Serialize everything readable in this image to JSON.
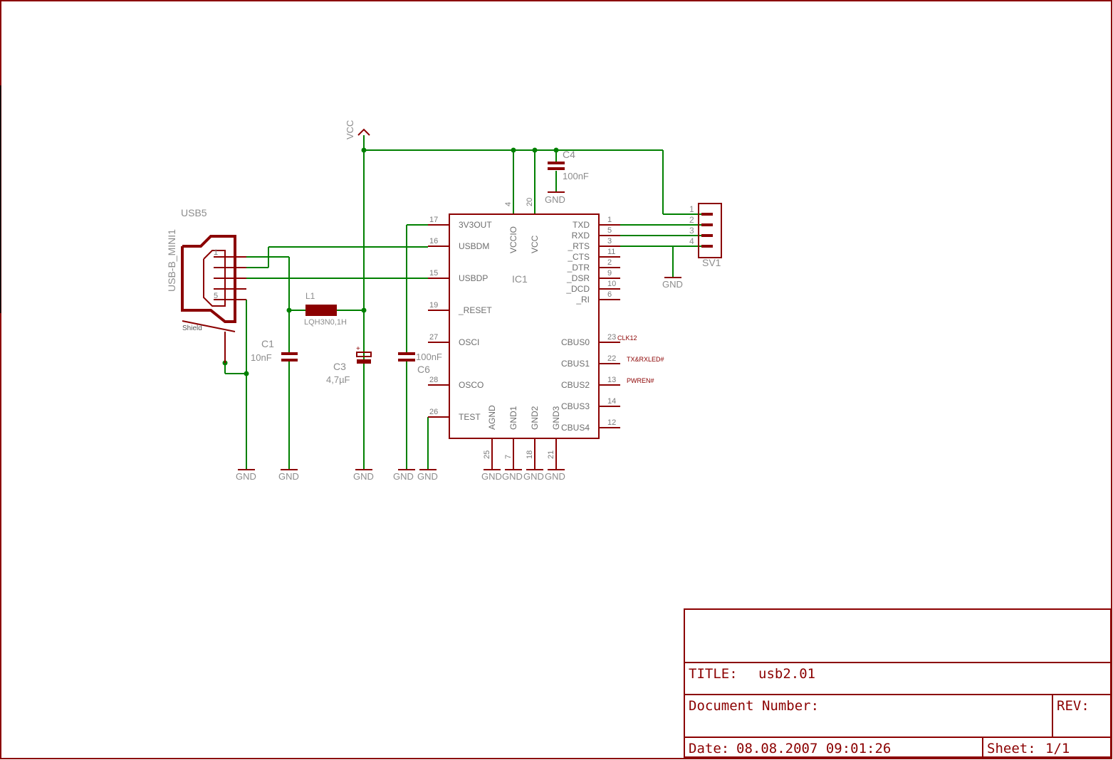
{
  "title_block": {
    "title_label": "TITLE:",
    "title_value": "usb2.01",
    "document_number_label": "Document Number:",
    "rev_label": "REV:",
    "date_label": "Date:",
    "date_value": "08.08.2007 09:01:26",
    "sheet_label": "Sheet:",
    "sheet_value": "1/1"
  },
  "supply": {
    "vcc": "VCC",
    "gnd": "GND"
  },
  "parts": {
    "usb": {
      "name": "USB5",
      "value": "USB-B_MINI1",
      "pin1": "1",
      "pin5": "5",
      "shield": "Shield"
    },
    "l1": {
      "name": "L1",
      "value": "LQH3N0,1H"
    },
    "c1": {
      "name": "C1",
      "value": "10nF"
    },
    "c3": {
      "name": "C3",
      "value": "4,7µF",
      "polarity": "+"
    },
    "c4": {
      "name": "C4",
      "value": "100nF"
    },
    "c6": {
      "name": "C6",
      "value": "100nF"
    },
    "sv1": {
      "name": "SV1",
      "pins": [
        "1",
        "2",
        "3",
        "4"
      ]
    },
    "ic1": {
      "name": "IC1",
      "left_pins": [
        {
          "num": "17",
          "label": "3V3OUT"
        },
        {
          "num": "16",
          "label": "USBDM"
        },
        {
          "num": "15",
          "label": "USBDP"
        },
        {
          "num": "19",
          "label": "_RESET"
        },
        {
          "num": "27",
          "label": "OSCI"
        },
        {
          "num": "28",
          "label": "OSCO"
        },
        {
          "num": "26",
          "label": "TEST"
        }
      ],
      "right_pins": [
        {
          "num": "1",
          "label": "TXD"
        },
        {
          "num": "5",
          "label": "RXD"
        },
        {
          "num": "3",
          "label": "_RTS"
        },
        {
          "num": "11",
          "label": "_CTS"
        },
        {
          "num": "2",
          "label": "_DTR"
        },
        {
          "num": "9",
          "label": "_DSR"
        },
        {
          "num": "10",
          "label": "_DCD"
        },
        {
          "num": "6",
          "label": "_RI"
        },
        {
          "num": "23",
          "label": "CBUS0",
          "net": "CLK12"
        },
        {
          "num": "22",
          "label": "CBUS1",
          "net": "TX&RXLED#"
        },
        {
          "num": "13",
          "label": "CBUS2",
          "net": "PWREN#"
        },
        {
          "num": "14",
          "label": "CBUS3"
        },
        {
          "num": "12",
          "label": "CBUS4"
        }
      ],
      "top_pins": [
        {
          "num": "4",
          "label": "VCCIO"
        },
        {
          "num": "20",
          "label": "VCC"
        }
      ],
      "bottom_pins": [
        {
          "num": "25",
          "label": "AGND"
        },
        {
          "num": "7",
          "label": "GND1"
        },
        {
          "num": "18",
          "label": "GND2"
        },
        {
          "num": "21",
          "label": "GND3"
        }
      ]
    }
  }
}
